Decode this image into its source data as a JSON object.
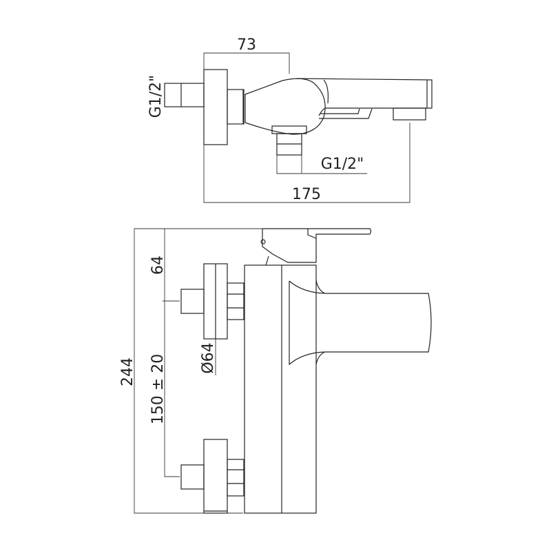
{
  "top_view": {
    "dim_handle_offset": "73",
    "dim_overall_length": "175",
    "inlet_thread": "G1/2\"",
    "outlet_thread": "G1/2\""
  },
  "side_view": {
    "dim_overall_height": "244",
    "dim_top_to_inlet": "64",
    "dim_inlet_spacing": "150 ± 20",
    "dim_flange_diameter": "Ø64"
  },
  "colors": {
    "line": "#222222",
    "background": "#ffffff"
  }
}
